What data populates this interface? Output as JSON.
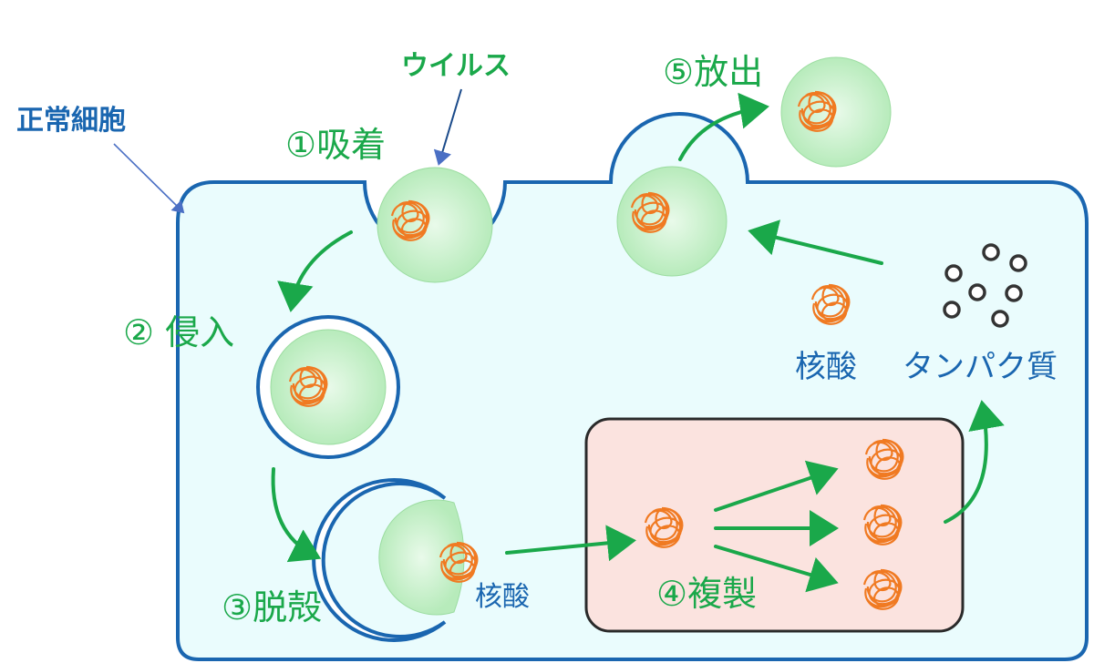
{
  "labels": {
    "normal_cell": "正常細胞",
    "virus": "ウイルス",
    "step1": "①吸着",
    "step2": "② 侵入",
    "step3": "③脱殻",
    "step4": "④複製",
    "step5": "⑤放出",
    "nucleic_acid_uncoat": "核酸",
    "nucleic_acid_assembly": "核酸",
    "protein": "タンパク質"
  },
  "colors": {
    "cell_fill": "#eafcfd",
    "cell_outline": "#1a66b0",
    "virus_fill": "#c2efc4",
    "nucleic_acid": "#f07a22",
    "replication_box": "#fbe3df",
    "arrow": "#1aa84a",
    "label_green": "#1aa84a",
    "label_blue": "#1a66b0",
    "protein_ring": "#333333"
  }
}
